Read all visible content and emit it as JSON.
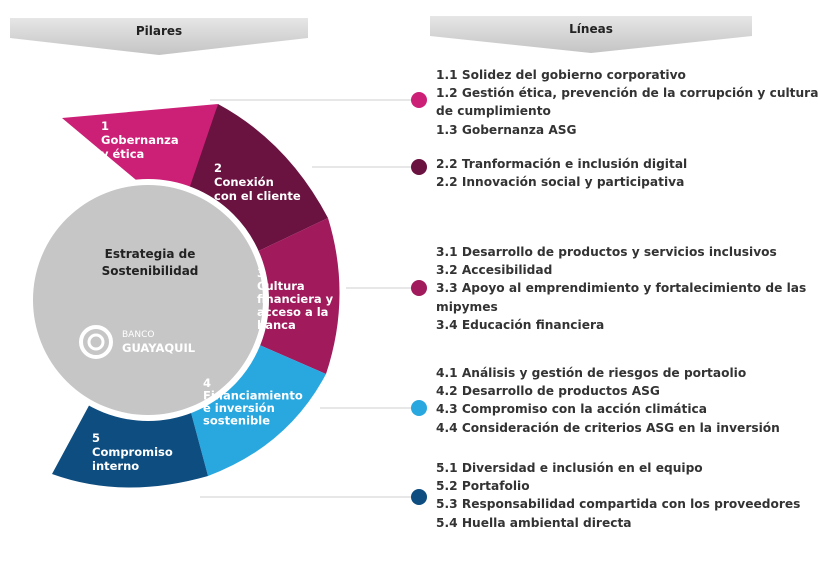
{
  "headers": {
    "pillars": "Pilares",
    "lines": "Líneas"
  },
  "center": {
    "title_line1": "Estrategia de",
    "title_line2": "Sostenibilidad",
    "logo_line1": "BANCO",
    "logo_line2": "GUAYAQUIL"
  },
  "pillars": [
    {
      "number": "1",
      "label": [
        "Gobernanza",
        "y ética"
      ],
      "color": "#cc2077"
    },
    {
      "number": "2",
      "label": [
        "Conexión",
        "con el cliente"
      ],
      "color": "#6a1240"
    },
    {
      "number": "3",
      "label": [
        "Cultura",
        "financiera y",
        "acceso a la",
        "banca"
      ],
      "color": "#a01a5c"
    },
    {
      "number": "4",
      "label": [
        "Financiamiento",
        "e inversión",
        "sostenible"
      ],
      "color": "#29a8e0"
    },
    {
      "number": "5",
      "label": [
        "Compromiso",
        "interno"
      ],
      "color": "#0d4d80"
    }
  ],
  "lines": [
    {
      "color": "#cc2077",
      "items": [
        "1.1 Solidez del gobierno corporativo",
        "1.2 Gestión ética, prevención de la corrupción y cultura",
        "de cumplimiento",
        "1.3 Gobernanza ASG"
      ]
    },
    {
      "color": "#6a1240",
      "items": [
        "2.2 Tranformación e inclusión digital",
        "2.2 Innovación social y participativa"
      ]
    },
    {
      "color": "#a01a5c",
      "items": [
        "3.1 Desarrollo de productos y servicios inclusivos",
        "3.2 Accesibilidad",
        "3.3 Apoyo al emprendimiento y fortalecimiento de las",
        "mipymes",
        "3.4 Educación financiera"
      ]
    },
    {
      "color": "#29a8e0",
      "items": [
        "4.1 Análisis y gestión de riesgos de portaolio",
        "4.2 Desarrollo de productos ASG",
        "4.3 Compromiso con la acción climática",
        "4.4 Consideración de criterios ASG en la inversión"
      ]
    },
    {
      "color": "#0d4d80",
      "items": [
        "5.1 Diversidad e inclusión en el equipo",
        "5.2 Portafolio",
        "5.3 Responsabilidad compartida con los proveedores",
        "5.4 Huella ambiental directa"
      ]
    }
  ]
}
